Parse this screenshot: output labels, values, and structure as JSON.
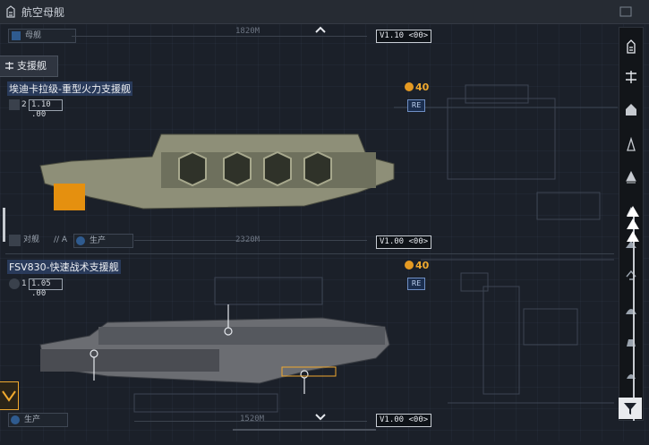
{
  "window": {
    "title": "航空母舰"
  },
  "top_header": {
    "tag_label": "母舰",
    "dimension": "1820M",
    "version": "V1.10 <00>"
  },
  "category_tab": {
    "label": "支援舰"
  },
  "ships": [
    {
      "name": "埃迪卡拉级-重型火力支援舰",
      "cost": "40",
      "re_badge": "RE",
      "level_num": "2",
      "level_value": "1.10 .00",
      "sub_tag": "对舰",
      "sub_tag_suffix": "// A",
      "production_label": "生产",
      "dimension": "2320M",
      "version": "V1.00 <00>"
    },
    {
      "name": "FSV830-快速战术支援舰",
      "cost": "40",
      "re_badge": "RE",
      "level_num": "1",
      "level_value": "1.05 .00",
      "production_label": "生产",
      "dimension": "1520M",
      "version": "V1.00 <00>"
    }
  ],
  "colors": {
    "background": "#1b2029",
    "accent_orange": "#f0a92e",
    "accent_blue": "#2f5b8f"
  },
  "icons": {
    "window": "carrier-icon",
    "sidebar": [
      "carrier-icon",
      "support-ship-icon",
      "cruiser-icon",
      "destroyer-icon",
      "frigate-icon",
      "corvette-icon",
      "fighter-icon",
      "bomber-icon",
      "interceptor-icon",
      "gunship-icon",
      "filter-icon"
    ]
  }
}
